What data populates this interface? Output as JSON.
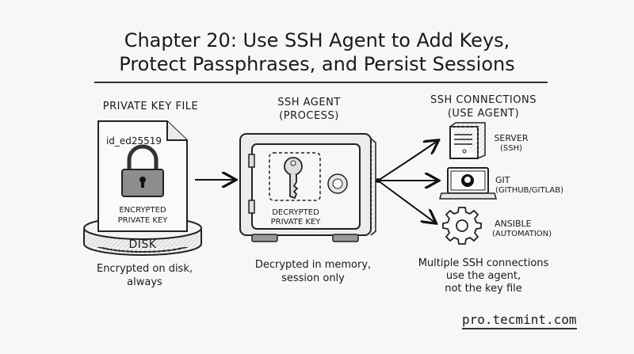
{
  "title": {
    "line1": "Chapter 20: Use SSH Agent to Add Keys,",
    "line2": "Protect Passphrases, and Persist Sessions"
  },
  "private_key": {
    "heading": "Private Key File",
    "filename": "id_ed25519",
    "lock_label_1": "Encrypted",
    "lock_label_2": "Private Key",
    "disk_label": "Disk",
    "caption_1": "Encrypted on disk,",
    "caption_2": "always"
  },
  "agent": {
    "heading": "SSH Agent",
    "subheading": "(Process)",
    "key_label_1": "Decrypted",
    "key_label_2": "Private Key",
    "caption_1": "Decrypted in memory,",
    "caption_2": "session only"
  },
  "connections": {
    "heading": "SSH Connections",
    "subheading": "(Use Agent)",
    "items": [
      {
        "name": "Server",
        "detail": "(SSH)",
        "icon": "server-icon"
      },
      {
        "name": "Git",
        "detail": "(GitHub/GitLab)",
        "icon": "laptop-github-icon"
      },
      {
        "name": "Ansible",
        "detail": "(Automation)",
        "icon": "gear-icon"
      }
    ],
    "caption_1": "Multiple SSH connections",
    "caption_2": "use the agent,",
    "caption_3": "not the key file"
  },
  "footer": {
    "site": "pro.tecmint.com"
  }
}
